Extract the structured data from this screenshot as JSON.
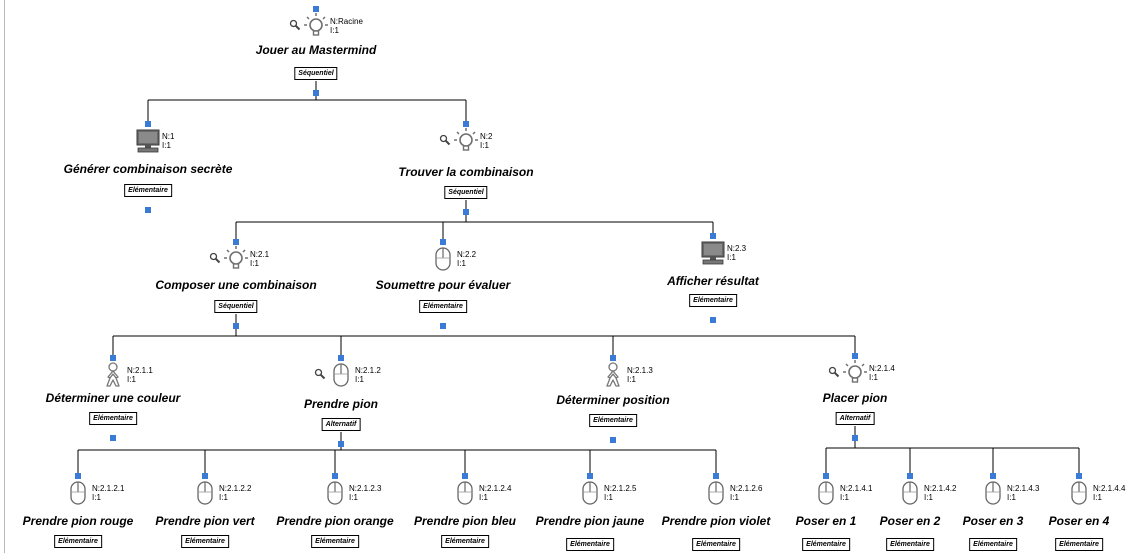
{
  "tasks": {
    "root": {
      "title": "Jouer au Mastermind",
      "badge": "Séquentiel",
      "n": "N:Racine",
      "i": "I:1",
      "icon": "bulb-icon"
    },
    "t1": {
      "title": "Générer combinaison secrète",
      "badge": "Elémentaire",
      "n": "N:1",
      "i": "I:1",
      "icon": "computer-icon"
    },
    "t2": {
      "title": "Trouver la combinaison",
      "badge": "Séquentiel",
      "n": "N:2",
      "i": "I:1",
      "icon": "bulb-icon"
    },
    "t21": {
      "title": "Composer une combinaison",
      "badge": "Séquentiel",
      "n": "N:2.1",
      "i": "I:1",
      "icon": "bulb-icon"
    },
    "t22": {
      "title": "Soumettre pour évaluer",
      "badge": "Elémentaire",
      "n": "N:2.2",
      "i": "I:1",
      "icon": "mouse-icon"
    },
    "t23": {
      "title": "Afficher résultat",
      "badge": "Elémentaire",
      "n": "N:2.3",
      "i": "I:1",
      "icon": "computer-icon"
    },
    "t211": {
      "title": "Déterminer une couleur",
      "badge": "Elémentaire",
      "n": "N:2.1.1",
      "i": "I:1",
      "icon": "user-icon"
    },
    "t212": {
      "title": "Prendre pion",
      "badge": "Alternatif",
      "n": "N:2.1.2",
      "i": "I:1",
      "icon": "mouse-icon"
    },
    "t213": {
      "title": "Déterminer position",
      "badge": "Elémentaire",
      "n": "N:2.1.3",
      "i": "I:1",
      "icon": "user-icon"
    },
    "t214": {
      "title": "Placer pion",
      "badge": "Alternatif",
      "n": "N:2.1.4",
      "i": "I:1",
      "icon": "bulb-icon"
    },
    "t2121": {
      "title": "Prendre pion rouge",
      "badge": "Elémentaire",
      "n": "N:2.1.2.1",
      "i": "I:1",
      "icon": "mouse-icon"
    },
    "t2122": {
      "title": "Prendre pion vert",
      "badge": "Elémentaire",
      "n": "N:2.1.2.2",
      "i": "I:1",
      "icon": "mouse-icon"
    },
    "t2123": {
      "title": "Prendre pion orange",
      "badge": "Elémentaire",
      "n": "N:2.1.2.3",
      "i": "I:1",
      "icon": "mouse-icon"
    },
    "t2124": {
      "title": "Prendre pion bleu",
      "badge": "Elémentaire",
      "n": "N:2.1.2.4",
      "i": "I:1",
      "icon": "mouse-icon"
    },
    "t2125": {
      "title": "Prendre pion jaune",
      "badge": "Elémentaire",
      "n": "N:2.1.2.5",
      "i": "I:1",
      "icon": "mouse-icon"
    },
    "t2126": {
      "title": "Prendre pion violet",
      "badge": "Elémentaire",
      "n": "N:2.1.2.6",
      "i": "I:1",
      "icon": "mouse-icon"
    },
    "t2141": {
      "title": "Poser en 1",
      "badge": "Elémentaire",
      "n": "N:2.1.4.1",
      "i": "I:1",
      "icon": "mouse-icon"
    },
    "t2142": {
      "title": "Poser en 2",
      "badge": "Elémentaire",
      "n": "N:2.1.4.2",
      "i": "I:1",
      "icon": "mouse-icon"
    },
    "t2143": {
      "title": "Poser en 3",
      "badge": "Elémentaire",
      "n": "N:2.1.4.3",
      "i": "I:1",
      "icon": "mouse-icon"
    },
    "t2144": {
      "title": "Poser en 4",
      "badge": "Elémentaire",
      "n": "N:2.1.4.4",
      "i": "I:1",
      "icon": "mouse-icon"
    }
  },
  "colors": {
    "connector": "#3a7bd5",
    "line": "#000000",
    "icon_stroke": "#555555",
    "bulb_stroke": "#707070"
  }
}
